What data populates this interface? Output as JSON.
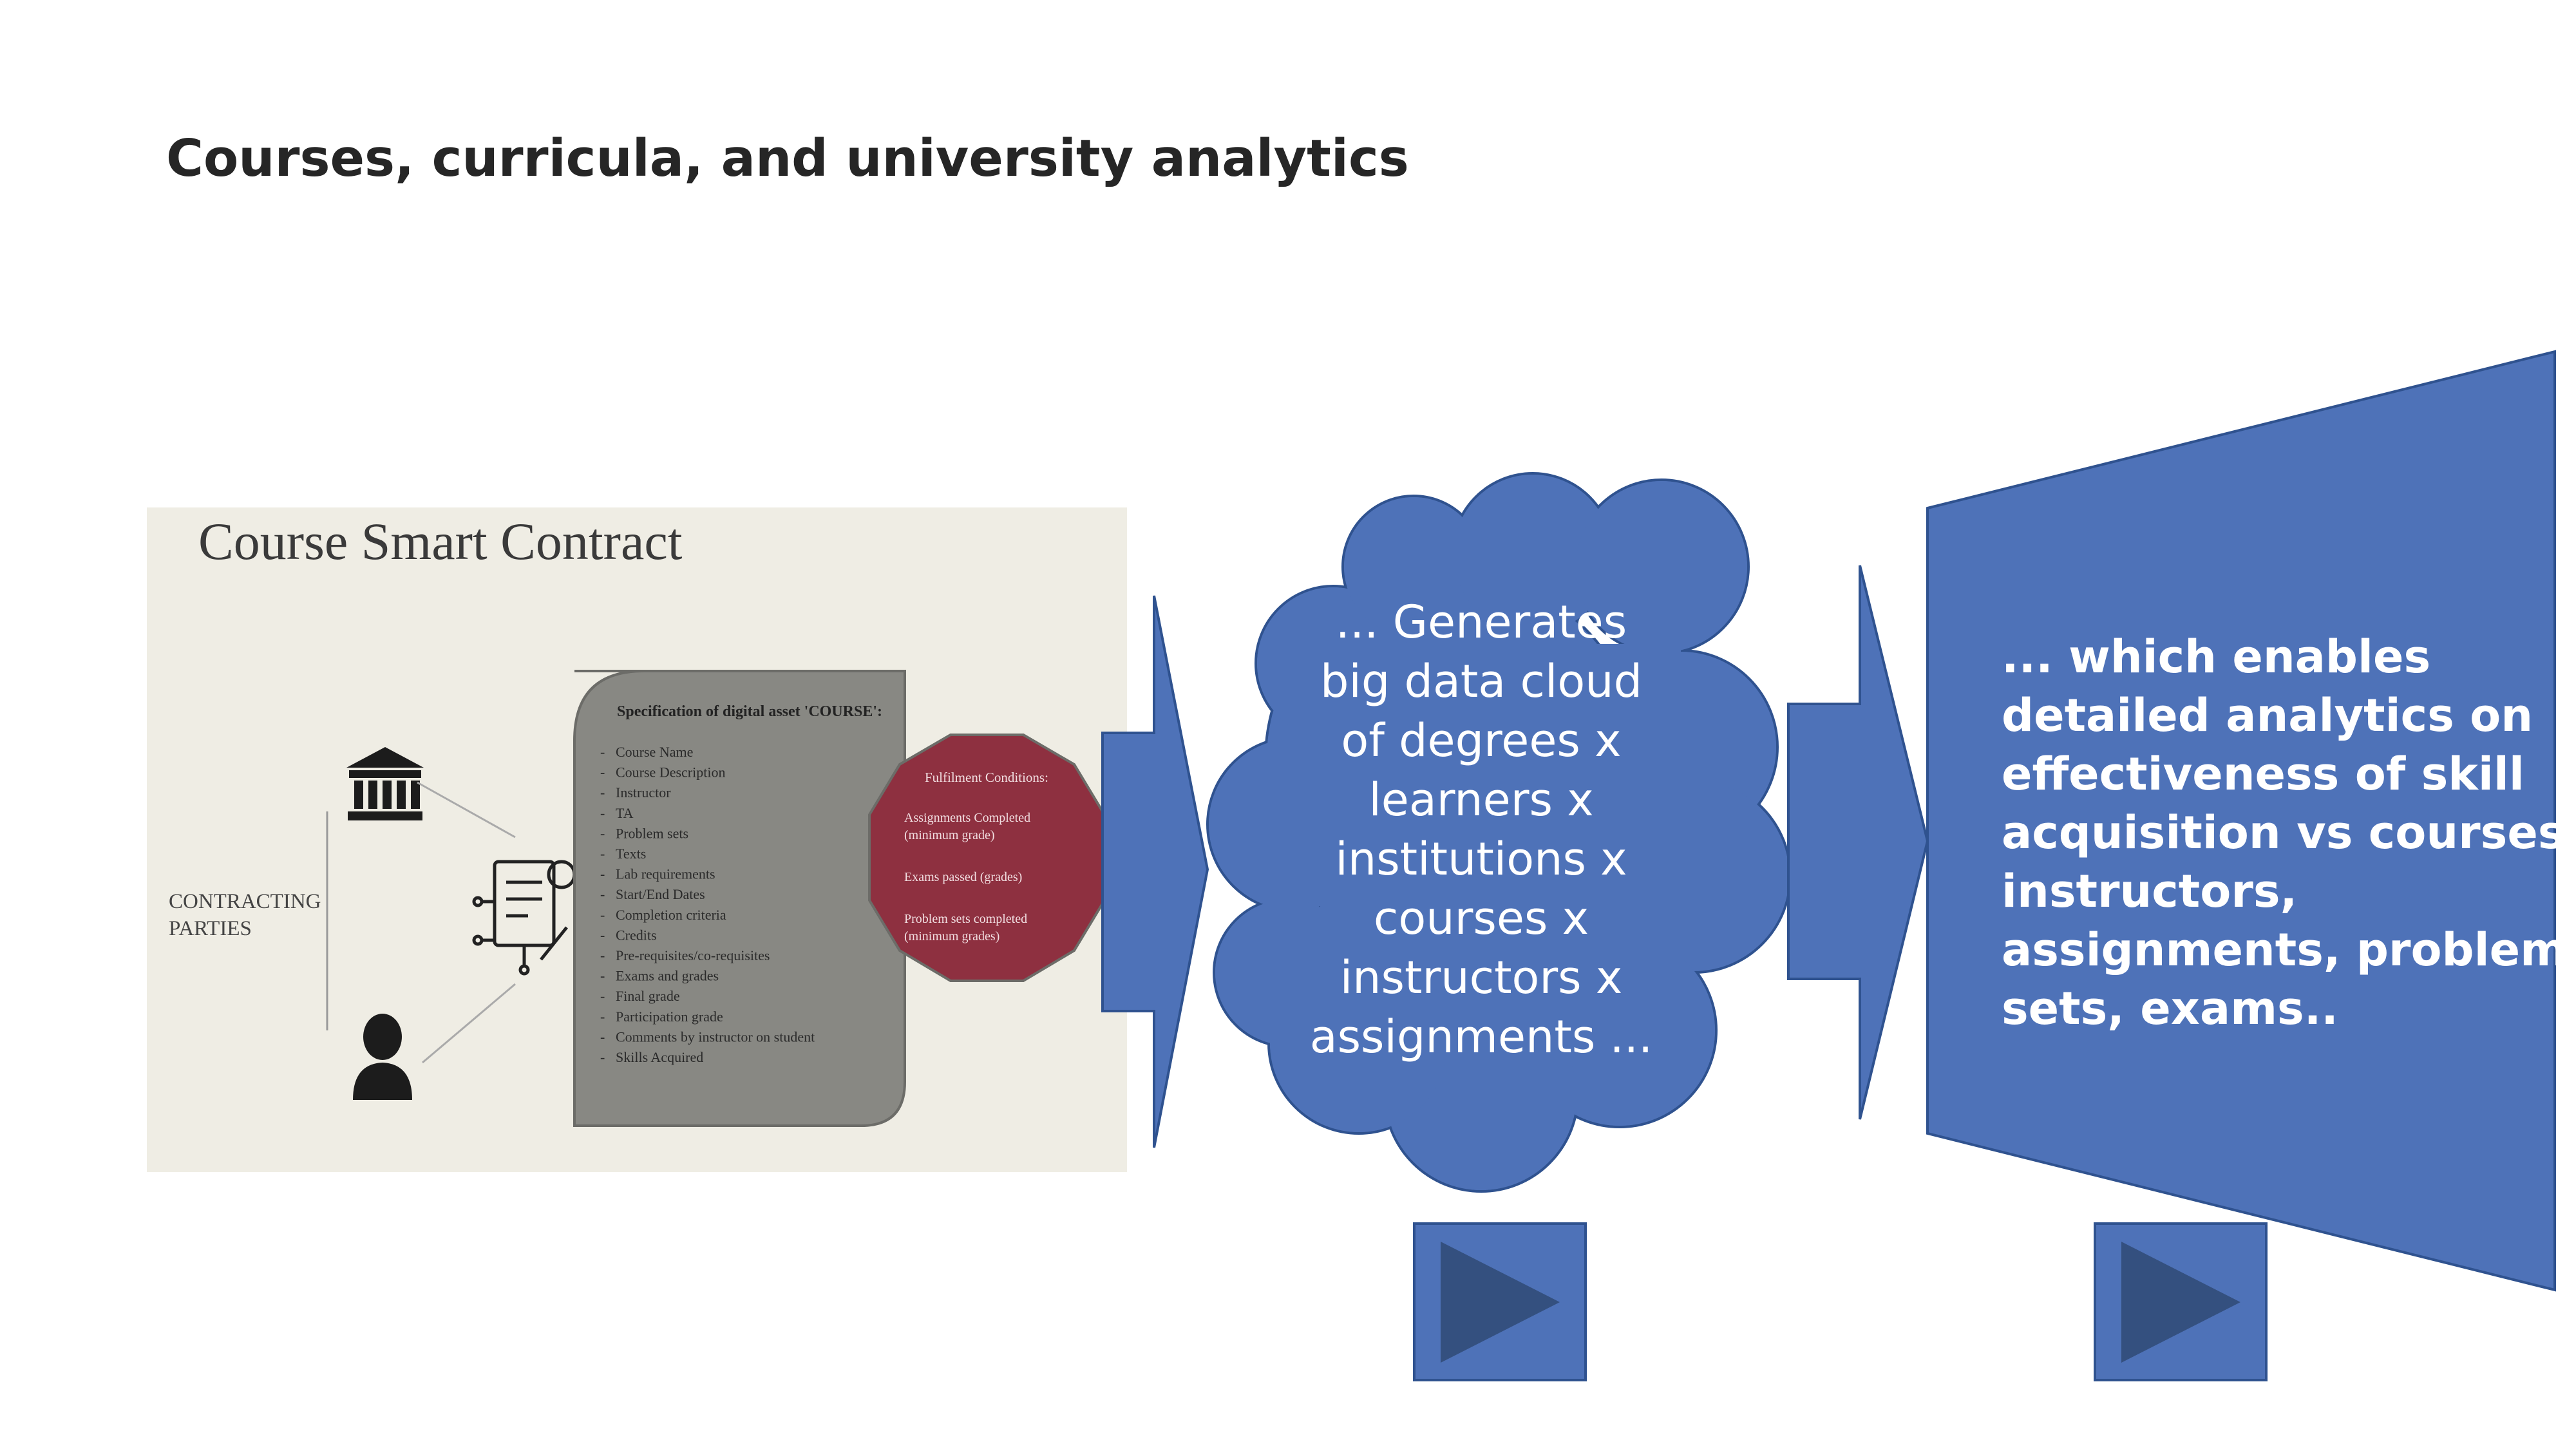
{
  "slide": {
    "title": "Courses, curricula, and university analytics"
  },
  "contract_image": {
    "heading": "Course Smart Contract",
    "contracting_parties_label": [
      "CONTRACTING",
      "PARTIES"
    ],
    "spec_title": "Specification of digital asset 'COURSE':",
    "spec_items": [
      "Course Name",
      "Course Description",
      "Instructor",
      "TA",
      "Problem sets",
      "Texts",
      "Lab requirements",
      "Start/End Dates",
      "Completion criteria",
      "Credits",
      "Pre-requisites/co-requisites",
      "Exams and grades",
      "Final grade",
      "Participation grade",
      "Comments by instructor on student",
      "Skills Acquired"
    ],
    "fulfilment_title": "Fulfilment Conditions:",
    "fulfilment_items": [
      [
        "Assignments Completed",
        "(minimum grade)"
      ],
      [
        "Exams passed (grades)"
      ],
      [
        "Problem sets completed",
        "(minimum grades)"
      ]
    ],
    "icons": [
      "bank-icon",
      "smart-contract-icon",
      "user-icon"
    ]
  },
  "cloud": {
    "lines": [
      "... Generates",
      "big data cloud",
      "of degrees x",
      "learners x",
      "institutions x",
      "courses x",
      "instructors x",
      "assignments ..."
    ]
  },
  "analytics": {
    "lines": [
      "... which enables",
      "detailed analytics on",
      "effectiveness of skill",
      "acquisition vs courses,",
      "instructors,",
      "assignments, problems",
      "sets, exams.."
    ]
  },
  "media_buttons": [
    "play-button",
    "play-button"
  ],
  "colors": {
    "shape_fill": "#4e72b8",
    "shape_stroke": "#2f528f",
    "photo_bg": "#efede4",
    "spec_box": "#888883",
    "octagon": "#8e3040",
    "play_triangle": "#34507f"
  }
}
